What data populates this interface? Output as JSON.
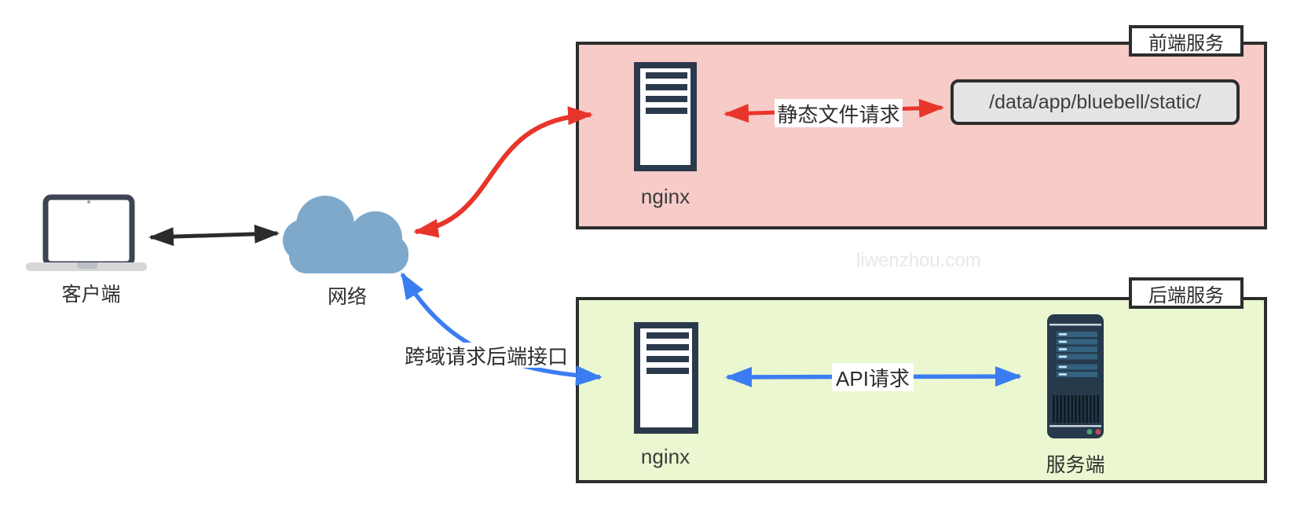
{
  "client": {
    "label": "客户端"
  },
  "network": {
    "label": "网络"
  },
  "cross_origin_arrow_label": "跨域请求后端接口",
  "watermark": "liwenzhou.com",
  "frontend": {
    "title": "前端服务",
    "nginx_label": "nginx",
    "arrow_label": "静态文件请求",
    "static_path": "/data/app/bluebell/static/"
  },
  "backend": {
    "title": "后端服务",
    "nginx_label": "nginx",
    "arrow_label": "API请求",
    "server_label": "服务端"
  },
  "colors": {
    "frontend_box_fill": "#f6cbc8",
    "backend_box_fill": "#eaf7d0",
    "box_border": "#2d2d2d",
    "path_box_fill": "#e4e4e4",
    "red_arrow": "#e8352b",
    "blue_arrow": "#3b7df1",
    "black_arrow": "#2b2b2b",
    "cloud": "#7ea9cb",
    "nginx_icon": "#2b394c",
    "server_icon_body": "#263a4b",
    "server_slot": "#33617f",
    "watermark_text": "#e8e8e8"
  }
}
